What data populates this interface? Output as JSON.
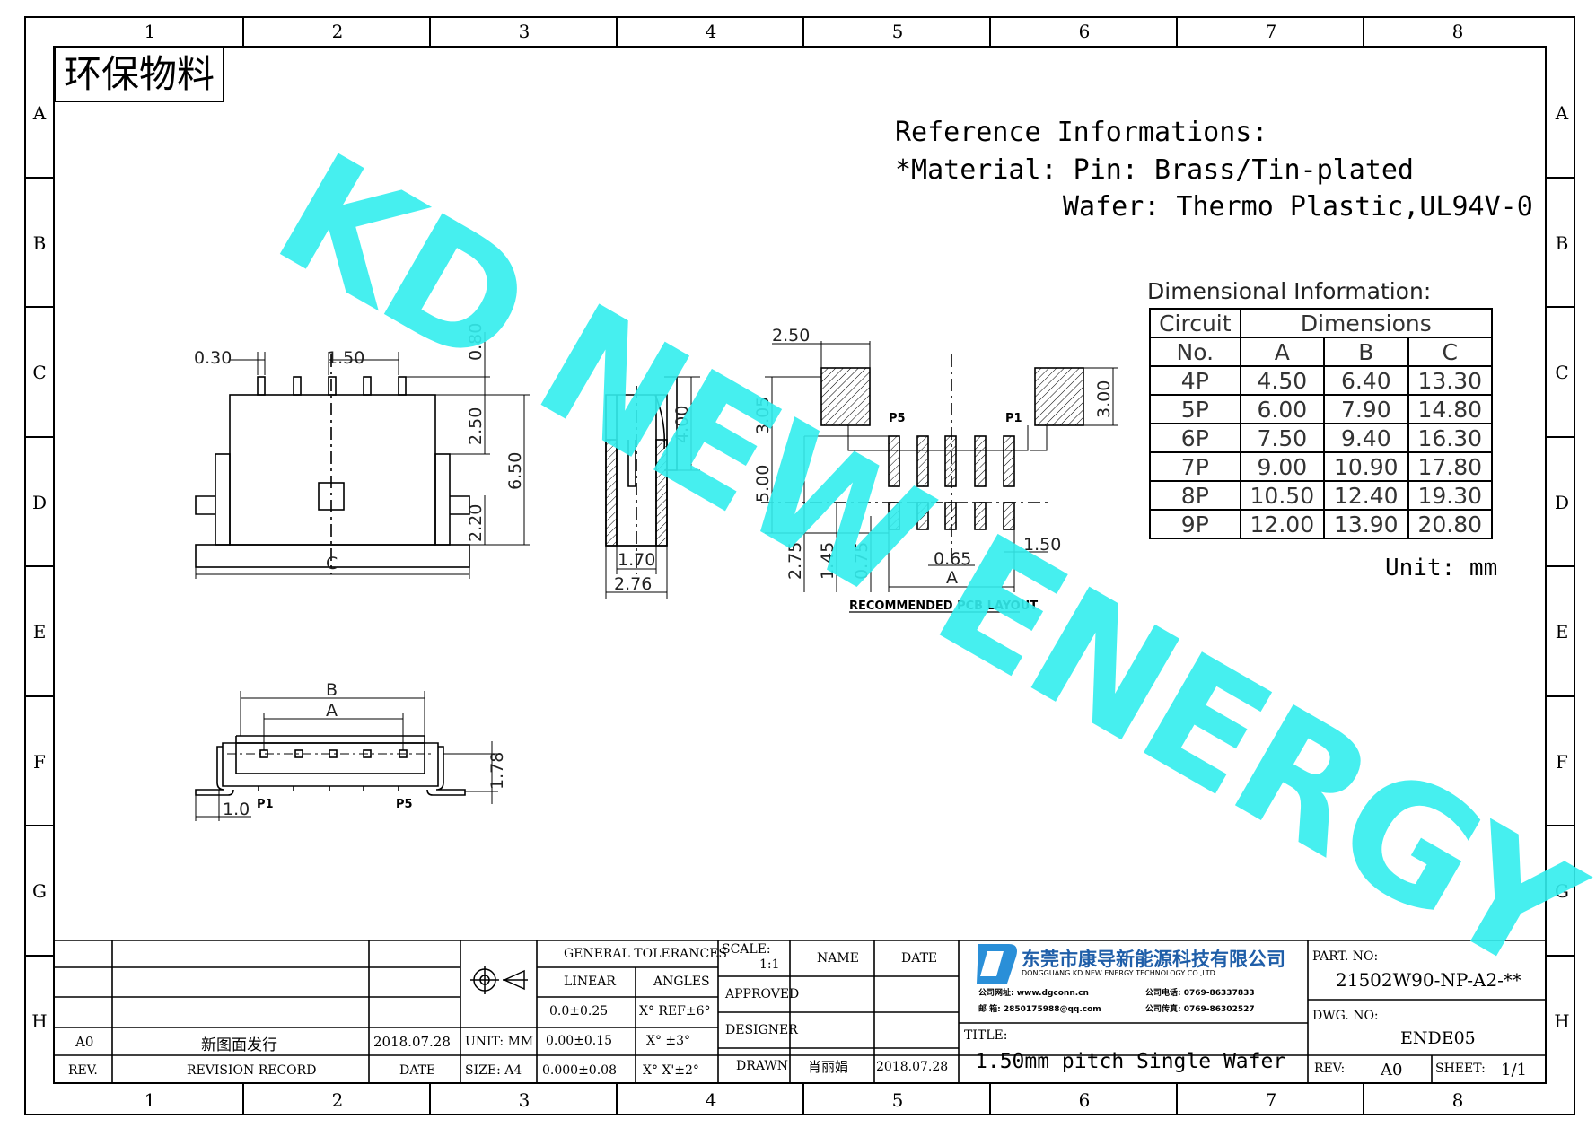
{
  "stamp": "环保物料",
  "zones": {
    "columns": [
      "1",
      "2",
      "3",
      "4",
      "5",
      "6",
      "7",
      "8"
    ],
    "rows": [
      "A",
      "B",
      "C",
      "D",
      "E",
      "F",
      "G",
      "H"
    ]
  },
  "reference": {
    "heading": "Reference Informations:",
    "material_line": "*Material: Pin: Brass/Tin-plated",
    "wafer_line": "Wafer: Thermo Plastic,UL94V-0"
  },
  "dimensional": {
    "title": "Dimensional Information:",
    "col_circuit": "Circuit",
    "col_no": "No.",
    "col_dimensions": "Dimensions",
    "col_a": "A",
    "col_b": "B",
    "col_c": "C",
    "rows": [
      {
        "no": "4P",
        "a": "4.50",
        "b": "6.40",
        "c": "13.30"
      },
      {
        "no": "5P",
        "a": "6.00",
        "b": "7.90",
        "c": "14.80"
      },
      {
        "no": "6P",
        "a": "7.50",
        "b": "9.40",
        "c": "16.30"
      },
      {
        "no": "7P",
        "a": "9.00",
        "b": "10.90",
        "c": "17.80"
      },
      {
        "no": "8P",
        "a": "10.50",
        "b": "12.40",
        "c": "19.30"
      },
      {
        "no": "9P",
        "a": "12.00",
        "b": "13.90",
        "c": "20.80"
      }
    ],
    "unit": "Unit: mm"
  },
  "watermark": "KD NEW ENERGY",
  "drawing": {
    "front": {
      "d030": "0.30",
      "d150": "1.50",
      "d080": "0.80",
      "d250": "2.50",
      "d650": "6.50",
      "d220": "2.20",
      "c": "C"
    },
    "side": {
      "d400": "4.00",
      "d170": "1.70",
      "d276": "2.76"
    },
    "pcb": {
      "d250": "2.50",
      "d305": "3.05",
      "d300": "3.00",
      "d500": "5.00",
      "d275": "2.75",
      "d145": "1.45",
      "d075": "0.75",
      "d065": "0.65",
      "d150": "1.50",
      "a": "A",
      "p5": "P5",
      "p1": "P1",
      "caption": "RECOMMENDED PCB LAYOUT"
    },
    "bottom": {
      "b": "B",
      "a": "A",
      "d178": "1.78",
      "d10": "1.0",
      "p1": "P1",
      "p5": "P5"
    }
  },
  "titleblock": {
    "rev_a0": "A0",
    "rev_desc": "新图面发行",
    "rev_date": "2018.07.28",
    "hdr_rev": "REV.",
    "hdr_record": "REVISION RECORD",
    "hdr_date": "DATE",
    "unit": "UNIT: MM",
    "size": "SIZE: A4",
    "gen_tol": "GENERAL TOLERANCES",
    "linear": "LINEAR",
    "angles": "ANGLES",
    "lin1": "0.0±0.25",
    "lin2": "0.00±0.15",
    "lin3": "0.000±0.08",
    "ang1": "X° REF±6°",
    "ang2": "X° ±3°",
    "ang3": "X° X'±2°",
    "scale_label": "SCALE:",
    "scale_value": "1:1",
    "approved": "APPROVED",
    "designer": "DESIGNER",
    "drawn": "DRAWN",
    "name": "NAME",
    "date": "DATE",
    "drawn_name": "肖丽娟",
    "drawn_date": "2018.07.28",
    "company": "东莞市康导新能源科技有限公司",
    "company_en": "DONGGUANG KD NEW ENERGY TECHNOLOGY CO.,LTD",
    "company_site": "公司网址: www.dgconn.cn",
    "company_tel": "公司电话: 0769-86337833",
    "company_mail": "邮 箱: 2850175988@qq.com",
    "company_fax": "公司传真: 0769-86302527",
    "title_label": "TITLE:",
    "title": "1.50mm pitch Single Wafer",
    "part_label": "PART. NO:",
    "part_no": "21502W90-NP-A2-**",
    "dwg_label": "DWG. NO:",
    "dwg_no": "ENDE05",
    "rev_label": "REV:",
    "rev_value": "A0",
    "sheet_label": "SHEET:",
    "sheet_value": "1/1"
  }
}
